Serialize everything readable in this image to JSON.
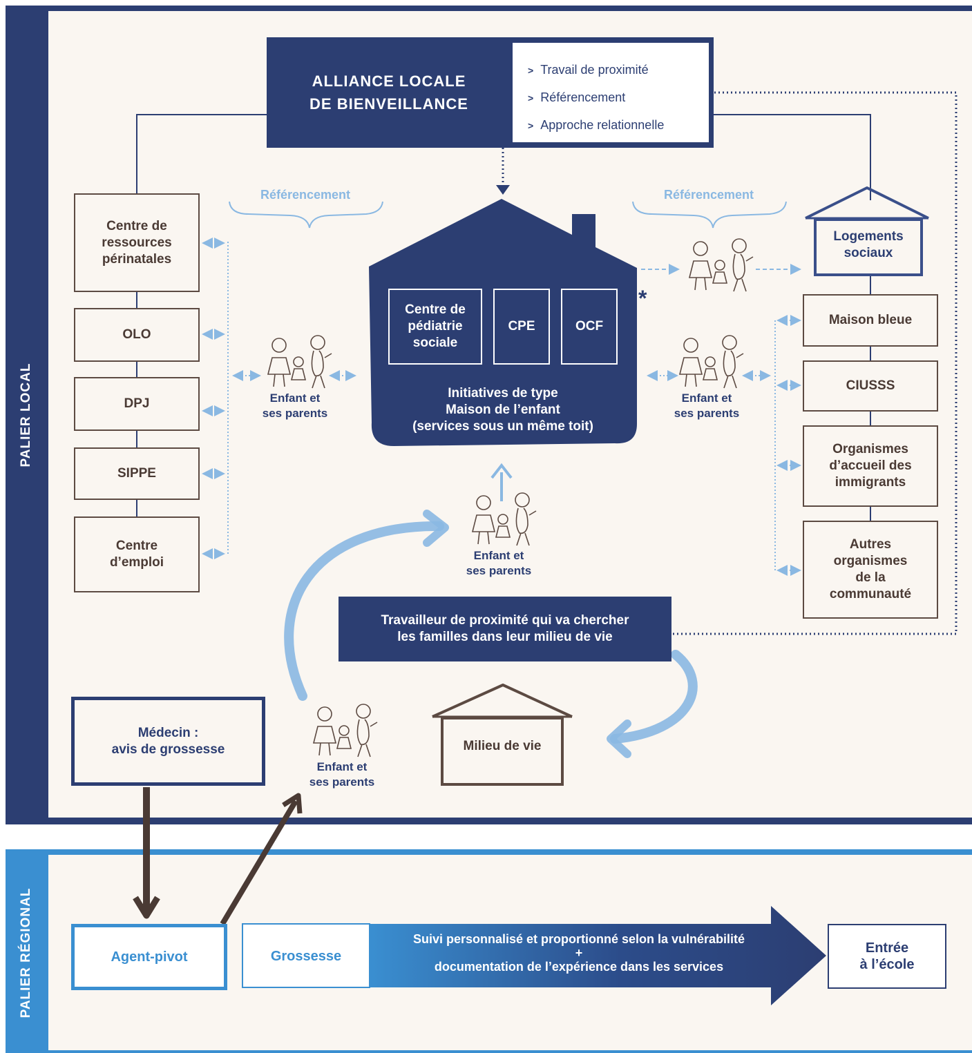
{
  "labels": {
    "palier_local": "PALIER LOCAL",
    "palier_regional": "PALIER RÉGIONAL"
  },
  "alliance": {
    "title": "ALLIANCE LOCALE\nDE BIENVEILLANCE",
    "items": [
      "Travail de proximité",
      "Référencement",
      "Approche relationnelle"
    ]
  },
  "referencement": {
    "left": "Référencement",
    "right": "Référencement"
  },
  "left_boxes": [
    "Centre de\nressources\npérinatales",
    "OLO",
    "DPJ",
    "SIPPE",
    "Centre\nd’emploi"
  ],
  "right_boxes": {
    "housing": "Logements\nsociaux",
    "items": [
      "Maison bleue",
      "CIUSSS",
      "Organismes\nd’accueil des\nimmigrants",
      "Autres\norganismes\nde la\ncommunauté"
    ]
  },
  "house": {
    "items": [
      "Centre de\npédiatrie\nsociale",
      "CPE",
      "OCF"
    ],
    "caption": "Initiatives de type\nMaison de l’enfant\n(services sous un même toit)",
    "asterisk": "*"
  },
  "family": {
    "left": "Enfant et\nses parents",
    "right": "Enfant et\nses parents",
    "center": "Enfant et\nses parents",
    "bottom": "Enfant et\nses parents"
  },
  "travailleur": "Travailleur de proximité qui va chercher\nles familles dans leur milieu de vie",
  "milieu": "Milieu de vie",
  "medecin": "Médecin :\navis de grossesse",
  "regional": {
    "agent": "Agent-pivot",
    "grossesse": "Grossesse",
    "suivi_line1": "Suivi personnalisé et proportionné selon la vulnérabilité",
    "plus": "+",
    "suivi_line2": "documentation de l’expérience dans les services",
    "ecole": "Entrée\nà l’école"
  },
  "colors": {
    "navy": "#2c3e72",
    "light_blue": "#3a8fd1",
    "pale_blue": "#8ab8e2",
    "brown": "#4a3a34",
    "cream": "#faf6f1"
  }
}
